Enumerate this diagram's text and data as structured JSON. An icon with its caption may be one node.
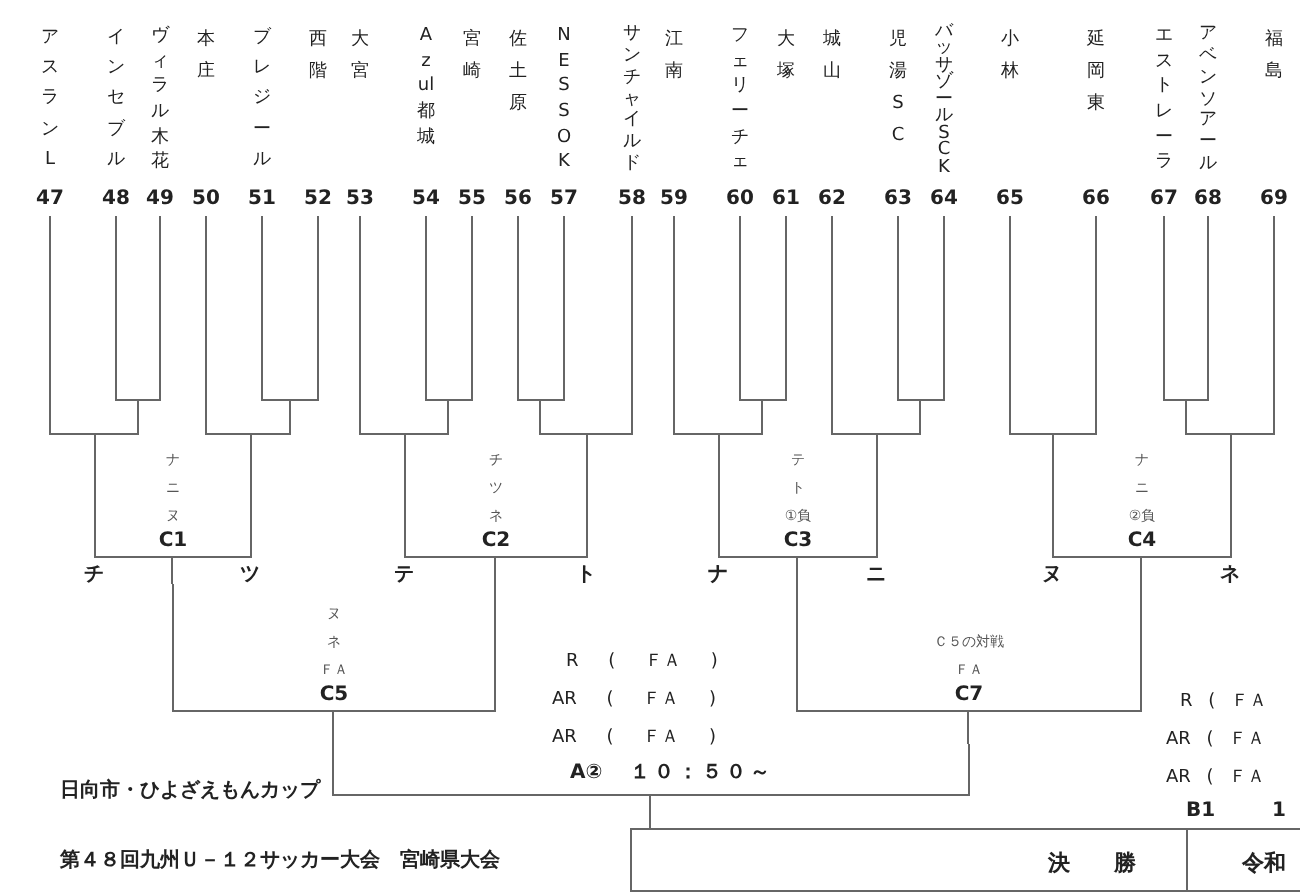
{
  "diagram": {
    "title": "第４８回九州Ｕ－１２サッカー大会　宮崎県大会",
    "nodes": [
      {
        "text": [
          "アスランL",
          "47"
        ]
      },
      {
        "text": [
          "インセブル",
          "48"
        ]
      },
      {
        "text": [
          "ヴィラル木花",
          "49"
        ]
      },
      {
        "text": [
          "本庄",
          "50"
        ]
      },
      {
        "text": [
          "ブレジール",
          "51"
        ]
      },
      {
        "text": [
          "西階",
          "52"
        ]
      },
      {
        "text": [
          "大宮",
          "53"
        ]
      },
      {
        "text": [
          "Azul都城",
          "54"
        ]
      },
      {
        "text": [
          "宮崎",
          "55"
        ]
      },
      {
        "text": [
          "佐土原",
          "56"
        ]
      },
      {
        "text": [
          "NESSOK",
          "57"
        ]
      },
      {
        "text": [
          "サンチャイルド",
          "58"
        ]
      },
      {
        "text": [
          "江南",
          "59"
        ]
      },
      {
        "text": [
          "フェリーチェ",
          "60"
        ]
      },
      {
        "text": [
          "大塚",
          "61"
        ]
      },
      {
        "text": [
          "城山",
          "62"
        ]
      },
      {
        "text": [
          "児湯SC",
          "63"
        ]
      },
      {
        "text": [
          "バッサゾールSCK",
          "64"
        ]
      },
      {
        "text": [
          "小林",
          "65"
        ]
      },
      {
        "text": [
          "延岡東",
          "66"
        ]
      },
      {
        "text": [
          "エストレーラ",
          "67"
        ]
      },
      {
        "text": [
          "アベンソアール",
          "68"
        ]
      },
      {
        "text": [
          "福島",
          "69"
        ]
      },
      {
        "text": [
          "ナ",
          "ニ",
          "ヌ",
          "C1"
        ]
      },
      {
        "text": [
          "チ",
          "ツ",
          "ネ",
          "C2"
        ]
      },
      {
        "text": [
          "テ",
          "ト",
          "①負",
          "C3"
        ]
      },
      {
        "text": [
          "ナ",
          "ニ",
          "②負",
          "C4"
        ]
      },
      {
        "text": [
          "ヌ",
          "ネ",
          "ＦＡ",
          "C5"
        ]
      },
      {
        "text": [
          "Ｃ５の対戦",
          "ＦＡ",
          "C7"
        ]
      },
      {
        "text": [
          "A②",
          "１０：５０～"
        ]
      },
      {
        "text": [
          "決勝",
          "令和"
        ]
      }
    ],
    "edges": [
      {
        "from": 0,
        "to": 23,
        "arrow": "none"
      },
      {
        "from": 1,
        "to": 23,
        "arrow": "none"
      },
      {
        "from": 2,
        "to": 23,
        "arrow": "none"
      },
      {
        "from": 3,
        "to": 23,
        "arrow": "none"
      },
      {
        "from": 4,
        "to": 23,
        "arrow": "none"
      },
      {
        "from": 5,
        "to": 23,
        "arrow": "none"
      },
      {
        "from": 6,
        "to": 24,
        "arrow": "none"
      },
      {
        "from": 7,
        "to": 24,
        "arrow": "none"
      },
      {
        "from": 8,
        "to": 24,
        "arrow": "none"
      },
      {
        "from": 9,
        "to": 24,
        "arrow": "none"
      },
      {
        "from": 10,
        "to": 24,
        "arrow": "none"
      },
      {
        "from": 11,
        "to": 24,
        "arrow": "none"
      },
      {
        "from": 12,
        "to": 25,
        "arrow": "none"
      },
      {
        "from": 13,
        "to": 25,
        "arrow": "none"
      },
      {
        "from": 14,
        "to": 25,
        "arrow": "none"
      },
      {
        "from": 15,
        "to": 25,
        "arrow": "none"
      },
      {
        "from": 16,
        "to": 25,
        "arrow": "none"
      },
      {
        "from": 17,
        "to": 25,
        "arrow": "none"
      },
      {
        "from": 18,
        "to": 26,
        "arrow": "none"
      },
      {
        "from": 19,
        "to": 26,
        "arrow": "none"
      },
      {
        "from": 20,
        "to": 26,
        "arrow": "none"
      },
      {
        "from": 21,
        "to": 26,
        "arrow": "none"
      },
      {
        "from": 22,
        "to": 26,
        "arrow": "none"
      },
      {
        "from": 23,
        "to": 27,
        "arrow": "none"
      },
      {
        "from": 24,
        "to": 27,
        "arrow": "none"
      },
      {
        "from": 25,
        "to": 28,
        "arrow": "none"
      },
      {
        "from": 26,
        "to": 28,
        "arrow": "none"
      },
      {
        "from": 27,
        "to": 29,
        "arrow": "none"
      },
      {
        "from": 28,
        "to": 29,
        "arrow": "none"
      },
      {
        "from": 29,
        "to": 30,
        "arrow": "none"
      }
    ],
    "labels": [
      "チ",
      "ツ",
      "テ",
      "ト",
      "ナ",
      "ニ",
      "ヌ",
      "ネ",
      "R ( ＦＡ )",
      "AR ( ＦＡ )",
      "AR ( ＦＡ )",
      "R ( ＦＡ",
      "AR ( ＦＡ",
      "AR ( ＦＡ",
      "B1",
      "1",
      "日向市・ひよざえもんカップ"
    ]
  }
}
